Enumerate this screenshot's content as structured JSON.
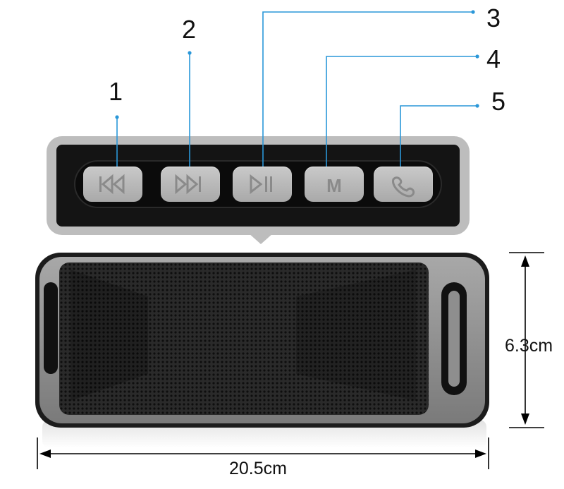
{
  "callouts": {
    "num_1": "1",
    "num_2": "2",
    "num_3": "3",
    "num_4": "4",
    "num_5": "5"
  },
  "buttons": {
    "mode_label": "M",
    "icons": [
      "previous-track-icon",
      "next-track-icon",
      "play-pause-icon",
      "mode-icon",
      "phone-call-icon"
    ]
  },
  "dimensions": {
    "height": "6.3cm",
    "width": "20.5cm"
  },
  "colors": {
    "callout_line": "#2a97d8",
    "panel_frame": "#bdbdbd",
    "panel_inner": "#141414",
    "button": "#b8b8b8",
    "speaker_body": "#8e8e8e",
    "speaker_grille": "#2b2b2b"
  }
}
